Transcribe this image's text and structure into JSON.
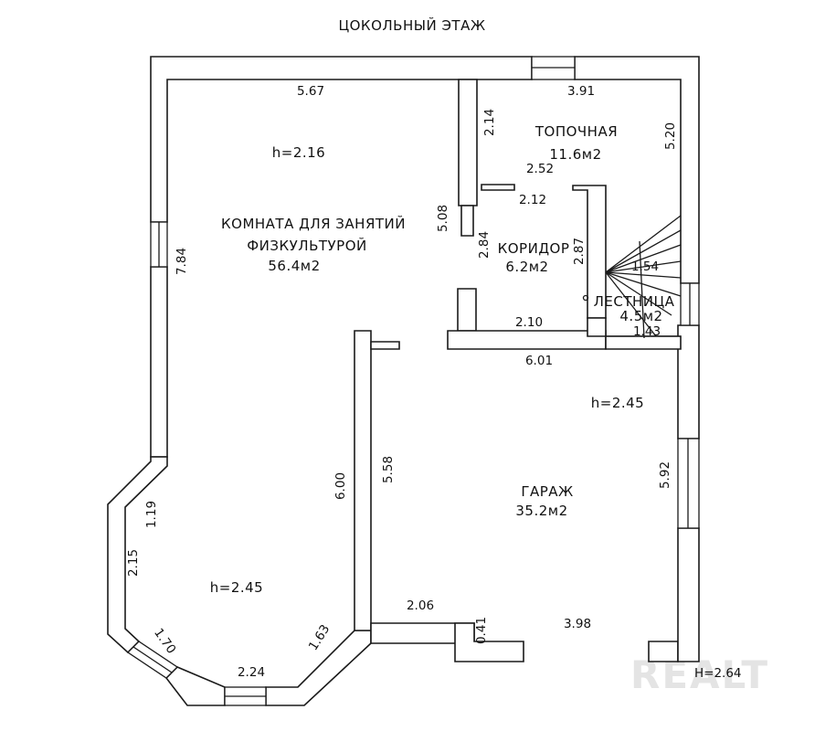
{
  "title": "ЦОКОЛЬНЫЙ ЭТАЖ",
  "watermark": "REALT",
  "rooms": {
    "gym": {
      "name_line1": "КОМНАТА ДЛЯ ЗАНЯТИЙ",
      "name_line2": "ФИЗКУЛЬТУРОЙ",
      "area": "56.4м2",
      "height_top": "h=2.16",
      "height_bottom": "h=2.45"
    },
    "boiler": {
      "name": "ТОПОЧНАЯ",
      "area": "11.6м2"
    },
    "corridor": {
      "name": "КОРИДОР",
      "area": "6.2м2"
    },
    "stairs": {
      "name": "ЛЕСТНИЦА",
      "area": "4.5м2"
    },
    "garage": {
      "name": "ГАРАЖ",
      "area": "35.2м2",
      "height": "h=2.45"
    }
  },
  "dimensions": {
    "gym_top": "5.67",
    "gym_left": "7.84",
    "gym_diag_left": "1.19",
    "gym_bay_left": "2.15",
    "gym_diag_bottom": "1.70",
    "gym_bottom": "2.24",
    "gym_diag_right": "1.63",
    "gym_right": "6.00",
    "partition_upper": "5.08",
    "boiler_top": "3.91",
    "boiler_wall": "2.14",
    "boiler_right": "5.20",
    "boiler_mid": "2.52",
    "boiler_stub": "2.12",
    "corridor_left": "2.84",
    "corridor_right": "2.87",
    "corridor_bottom": "2.10",
    "stairs_width": "1.54",
    "stairs_bottom": "1.43",
    "garage_top": "6.01",
    "garage_left": "5.58",
    "garage_right": "5.92",
    "garage_bottom_left": "2.06",
    "garage_jog": "0.41",
    "garage_bottom_right": "3.98",
    "outside_height": "H=2.64"
  }
}
